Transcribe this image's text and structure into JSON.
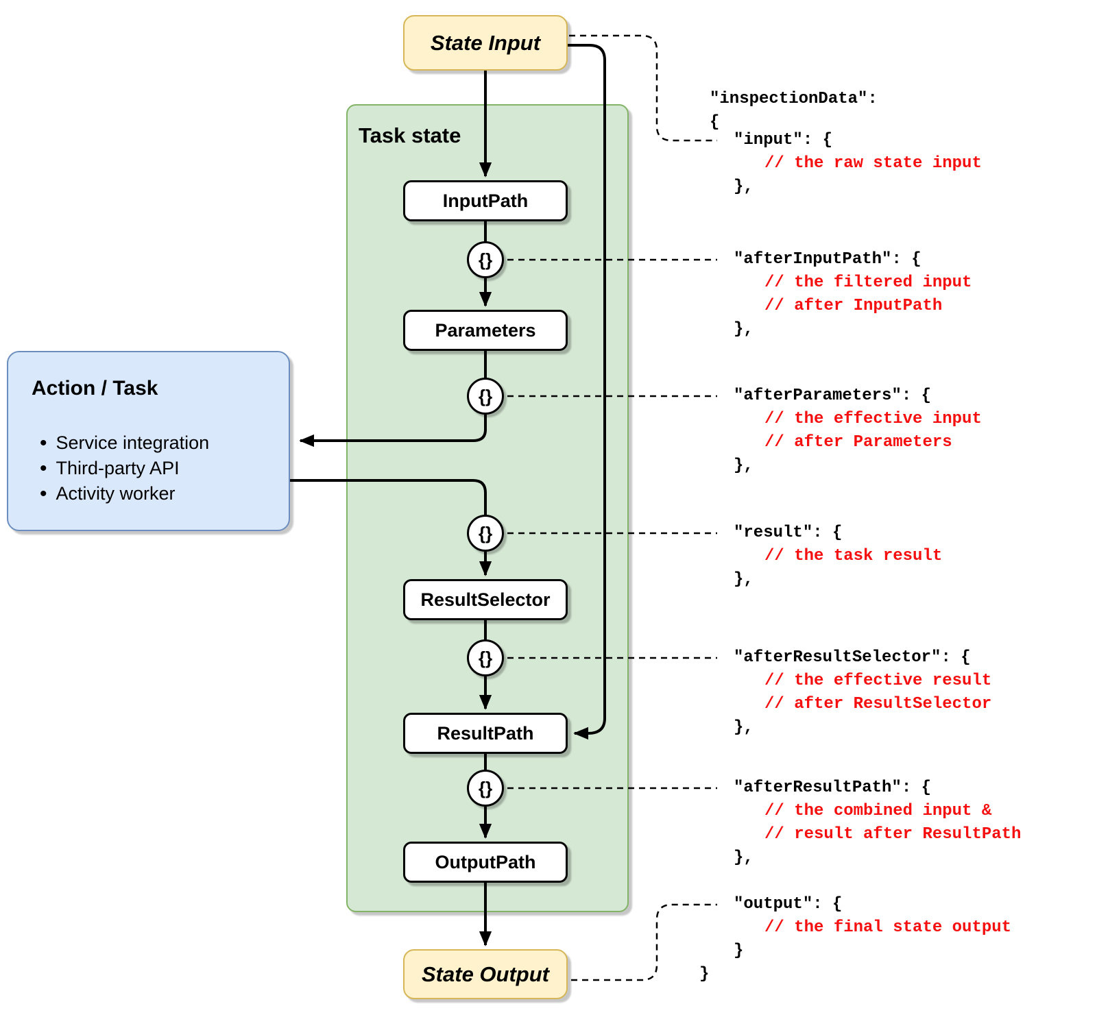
{
  "diagram": {
    "state_input_label": "State Input",
    "state_output_label": "State Output",
    "task_state_label": "Task state",
    "braces": "{}",
    "steps": {
      "input_path": "InputPath",
      "parameters": "Parameters",
      "result_selector": "ResultSelector",
      "result_path": "ResultPath",
      "output_path": "OutputPath"
    },
    "action_box": {
      "title": "Action / Task",
      "items": [
        "Service integration",
        "Third-party API",
        "Activity worker"
      ]
    },
    "colors": {
      "terminal_fill": "#fff2cc",
      "terminal_stroke": "#d6b656",
      "task_state_fill": "#d5e8d4",
      "task_state_stroke": "#82b366",
      "action_fill": "#dae8fc",
      "action_stroke": "#6c8ebf",
      "comment_red": "#f50f0f",
      "line_black": "#000000"
    }
  },
  "code": {
    "header": {
      "line1": "\"inspectionData\":",
      "line2": "{"
    },
    "input": {
      "key": "\"input\": {",
      "c1": "// the raw state input",
      "close": "},"
    },
    "afterInputPath": {
      "key": "\"afterInputPath\": {",
      "c1": "// the filtered input",
      "c2": "// after InputPath",
      "close": "},"
    },
    "afterParameters": {
      "key": "\"afterParameters\": {",
      "c1": "// the effective input",
      "c2": "// after Parameters",
      "close": "},"
    },
    "result": {
      "key": "\"result\": {",
      "c1": "// the task result",
      "close": "},"
    },
    "afterResultSelector": {
      "key": "\"afterResultSelector\": {",
      "c1": "// the effective result",
      "c2": "// after ResultSelector",
      "close": "},"
    },
    "afterResultPath": {
      "key": "\"afterResultPath\": {",
      "c1": "// the combined input &",
      "c2": "// result after ResultPath",
      "close": "},"
    },
    "output": {
      "key": "\"output\": {",
      "c1": "// the final state output",
      "close": "}",
      "outer_close": "}"
    }
  }
}
